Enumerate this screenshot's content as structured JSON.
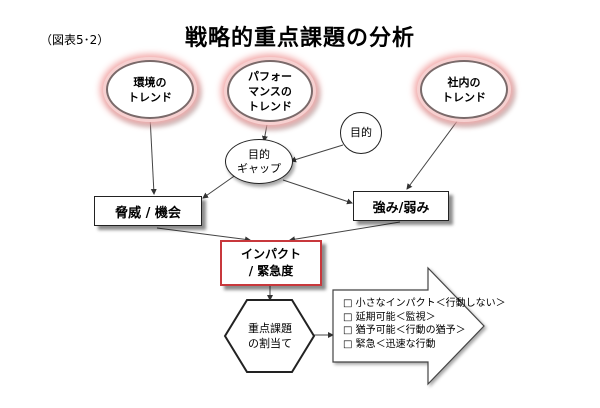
{
  "figure_label": "（図表5･2）",
  "title": "戦略的重点課題の分析",
  "nodes": {
    "environment_trend": [
      "環境の",
      "トレンド"
    ],
    "performance_trend": [
      "パフォー",
      "マンスの",
      "トレンド"
    ],
    "internal_trend": [
      "社内の",
      "トレンド"
    ],
    "goal": "目的",
    "goal_gap": [
      "目的",
      "ギャップ"
    ],
    "threats_opportunities": "脅威 / 機会",
    "strengths_weaknesses": "強み/弱み",
    "impact_urgency": [
      "インパクト",
      "/ 緊急度"
    ],
    "priority_allocation": [
      "重点課題",
      "の割当て"
    ]
  },
  "action_list": [
    "□ 小さなインパクト＜行動しない＞",
    "□ 延期可能＜監視＞",
    "□ 猶予可能＜行動の猶予＞",
    "□ 緊急＜迅速な行動"
  ],
  "colors": {
    "glow": "#f3aaaa",
    "impact_border": "#c8383c",
    "line": "#333333"
  }
}
